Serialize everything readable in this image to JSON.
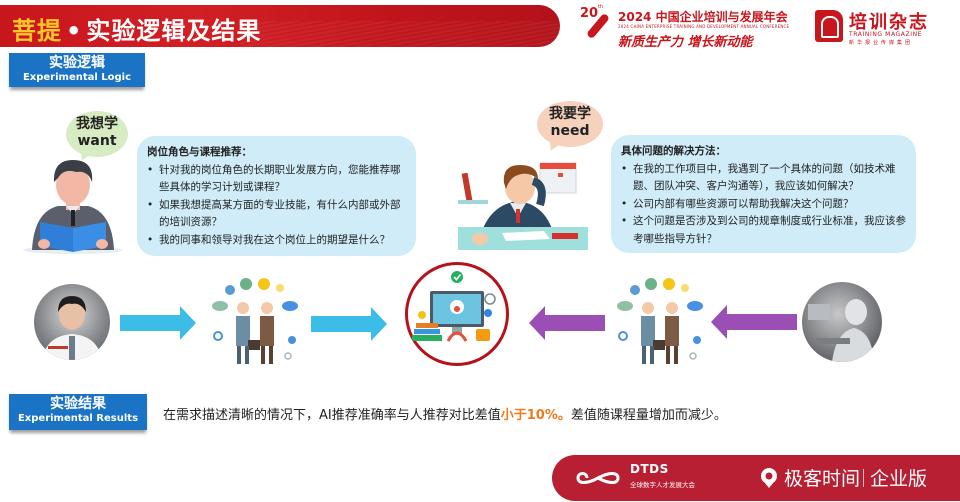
{
  "header": {
    "brand": "菩提",
    "separator": "•",
    "title": "实验逻辑及结果"
  },
  "conference_logo": {
    "edition_number": "20",
    "edition_suffix": "th",
    "title": "2024 中国企业培训与发展年会",
    "subtitle_en": "2024 CHINA ENTERPRISE TRAINING AND DEVELOPMENT ANNUAL CONFERENCE",
    "slogan": "新质生产力  增长新动能"
  },
  "magazine_logo": {
    "name_cn": "培训杂志",
    "name_en": "TRAINING MAGAZINE",
    "publisher": "新华报业传媒集团"
  },
  "logic_section": {
    "label_cn": "实验逻辑",
    "label_en": "Experimental Logic"
  },
  "want_bubble": {
    "line1": "我想学",
    "line2": "want"
  },
  "need_bubble": {
    "line1": "我要学",
    "line2": "need"
  },
  "left_card": {
    "title": "岗位角色与课程推荐：",
    "items": [
      " 针对我的岗位角色的长期职业发展方向，您能推荐哪些具体的学习计划或课程？",
      "如果我想提高某方面的专业技能，有什么内部或外部的培训资源？",
      "我的同事和领导对我在这个岗位上的期望是什么？"
    ]
  },
  "right_card": {
    "title": "具体问题的解决方法：",
    "items": [
      "在我的工作项目中，我遇到了一个具体的问题（如技术难题、团队冲突、客户沟通等），我应该如何解决？",
      "公司内部有哪些资源可以帮助我解决这个问题？",
      "这个问题是否涉及到公司的规章制度或行业标准，我应该参考哪些指导方针？"
    ]
  },
  "flow": {
    "left_source": "human-photo",
    "right_source": "robot-photo",
    "center": "online-learning-platform",
    "left_arrow_color": "#3cbde8",
    "right_arrow_color": "#9b4fb5"
  },
  "results_section": {
    "label_cn": "实验结果",
    "label_en": "Experimental Results",
    "text_before": "在需求描述清晰的情况下，AI推荐准确率与人推荐对比差值",
    "text_highlight": "小于10%。",
    "text_after": "差值随课程量增加而减少。",
    "highlight_color": "#f07a1c"
  },
  "footer": {
    "dtds_name": "DTDS",
    "dtds_sub": "全球数字人才发展大会",
    "geek_name": "极客时间",
    "geek_edition": "企业版"
  },
  "colors": {
    "brand_red": "#c8161d",
    "label_blue": "#1a73c4",
    "card_bg": "#cfecf8",
    "footer_red": "#b91f32"
  }
}
